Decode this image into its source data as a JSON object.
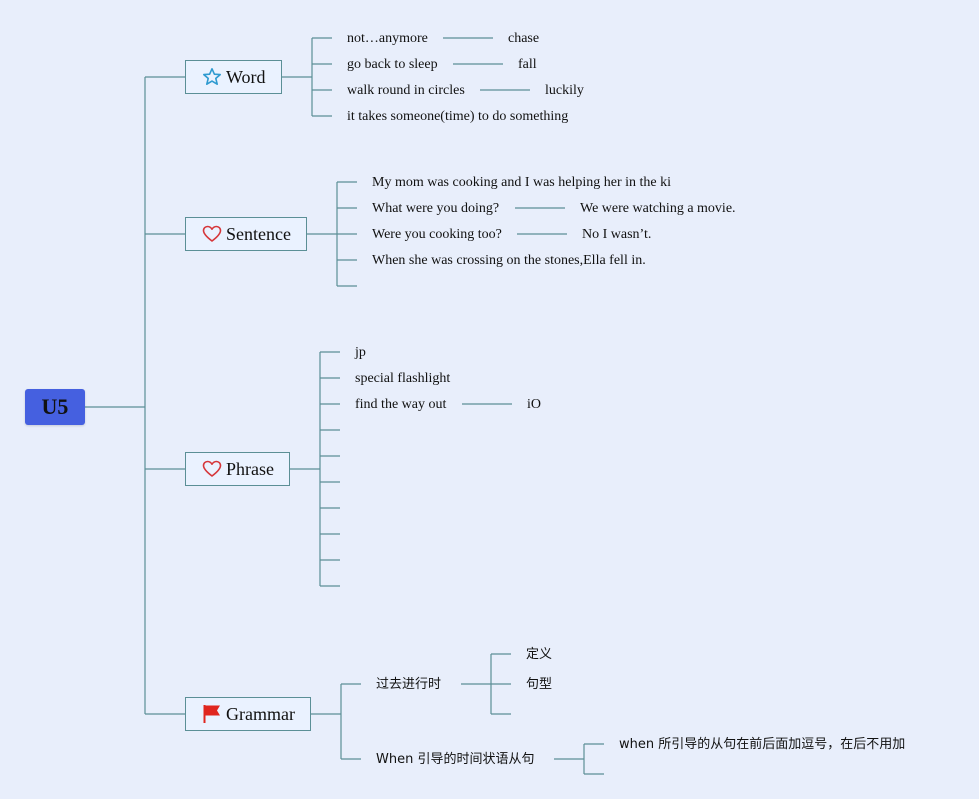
{
  "root": {
    "label": "U5"
  },
  "branches": {
    "word": {
      "label": "Word",
      "icon": "star-icon",
      "items": [
        "not…anymore",
        "go back to sleep",
        "walk round in circles",
        "it takes someone(time) to do something"
      ],
      "subitems": [
        "chase",
        "fall",
        "luckily"
      ]
    },
    "sentence": {
      "label": "Sentence",
      "icon": "heart-icon",
      "items": [
        "My mom was cooking and I was helping her in the ki",
        "What were you doing?",
        "Were you cooking too?",
        "When she was crossing on the stones,Ella fell in."
      ],
      "subitems": [
        "We were watching a movie.",
        "No I wasn’t."
      ]
    },
    "phrase": {
      "label": "Phrase",
      "icon": "heart-icon",
      "items": [
        "jp",
        "special flashlight",
        "find the way out"
      ],
      "subitems": [
        "iO"
      ]
    },
    "grammar": {
      "label": "Grammar",
      "icon": "flag-icon",
      "items": [
        "过去进行时",
        "When 引导的时间状语从句"
      ],
      "subitems": [
        "定义",
        "句型",
        "when 所引导的从句在前后面加逗号，在后不用加"
      ]
    }
  },
  "colors": {
    "line": "#5b8f96",
    "root": "#4560e0",
    "background": "#e8eefb",
    "node_fill": "#eaf2ff"
  }
}
